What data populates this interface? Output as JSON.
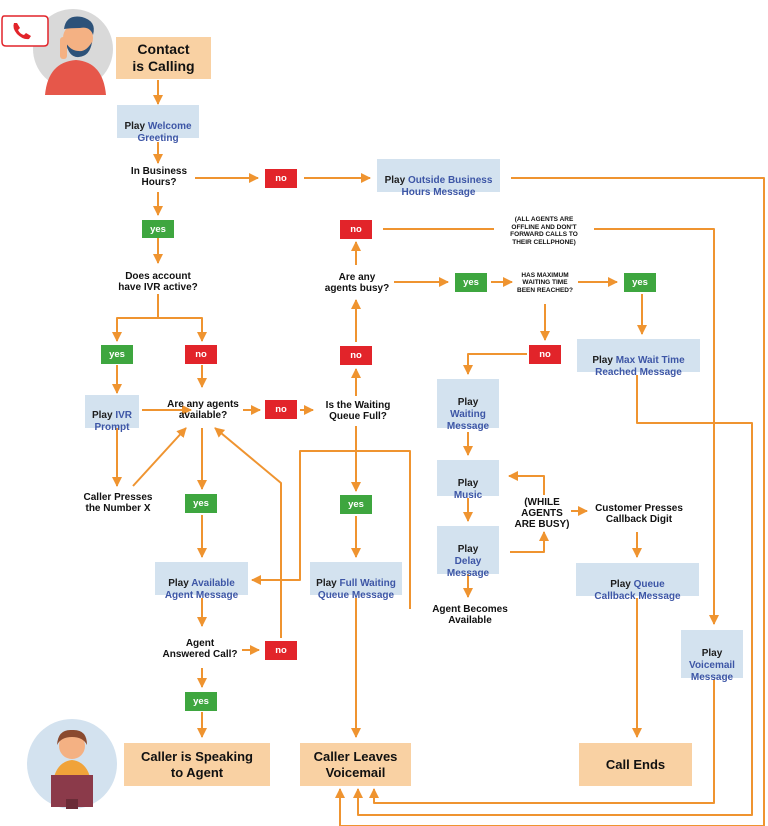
{
  "colors": {
    "arrow": "#ef9430",
    "start_end_fill": "#f9d1a3",
    "action_fill": "#d3e2ef",
    "action_accent": "#3d56a6",
    "yes_fill": "#3ea63f",
    "no_fill": "#e2242a"
  },
  "icons": {
    "phone": "phone-icon",
    "caller": "caller-avatar",
    "agent": "agent-avatar"
  },
  "nodes": {
    "contact_calling": "Contact\nis Calling",
    "welcome_a": "Play ",
    "welcome_b": "Welcome\nGreeting",
    "business_hours": "In Business\nHours?",
    "no_1": "no",
    "outside_a": "Play ",
    "outside_b": "Outside Business\nHours Message",
    "yes_1": "yes",
    "ivr_active": "Does account\nhave IVR active?",
    "yes_2": "yes",
    "no_2": "no",
    "ivr_prompt_a": "Play ",
    "ivr_prompt_b": "IVR\nPrompt",
    "agents_available": "Are any agents\navailable?",
    "no_3": "no",
    "queue_full": "Is the Waiting\nQueue Full?",
    "caller_presses": "Caller Presses\nthe Number X",
    "yes_3": "yes",
    "avail_msg_a": "Play ",
    "avail_msg_b": "Available\nAgent Message",
    "agent_answered": "Agent\nAnswered Call?",
    "no_4": "no",
    "yes_4": "yes",
    "caller_speaking": "Caller is Speaking\nto Agent",
    "no_5": "no",
    "agents_busy": "Are any\nagents busy?",
    "no_6": "no",
    "yes_5": "yes",
    "full_queue_a": "Play ",
    "full_queue_b": "Full Waiting\nQueue Message",
    "caller_leaves": "Caller Leaves\nVoicemail",
    "offline_note": "(ALL AGENTS ARE\nOFFLINE AND DON'T\nFORWARD CALLS TO\nTHEIR CELLPHONE)",
    "yes_6": "yes",
    "max_wait_q": "HAS MAXIMUM\nWAITING TIME\nBEEN REACHED?",
    "yes_7": "yes",
    "no_7": "no",
    "max_wait_msg_a": "Play ",
    "max_wait_msg_b": "Max Wait Time\nReached Message",
    "waiting_msg_a": "Play\n",
    "waiting_msg_b": "Waiting\nMessage",
    "music_a": "Play\n",
    "music_b": "Music",
    "delay_a": "Play\n",
    "delay_b": "Delay\nMessage",
    "while_busy": "(WHILE\nAGENTS\nARE BUSY)",
    "callback_digit": "Customer Presses\nCallback Digit",
    "queue_callback_a": "Play ",
    "queue_callback_b": "Queue\nCallback Message",
    "agent_available": "Agent Becomes\nAvailable",
    "voicemail_msg_a": "Play\n",
    "voicemail_msg_b": "Voicemail\nMessage",
    "call_ends": "Call Ends"
  }
}
